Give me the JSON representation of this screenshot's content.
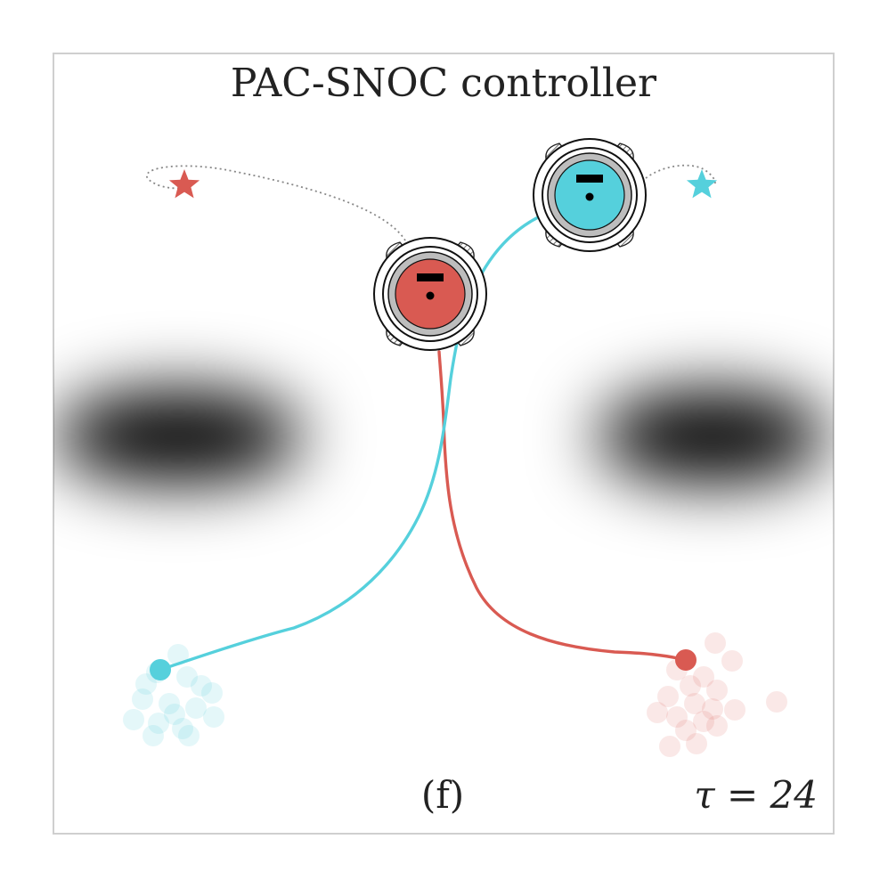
{
  "figure": {
    "title": "PAC-SNOC controller",
    "panel_label": "(f)",
    "tau_label": "τ = 24"
  },
  "colors": {
    "agent_red": "#d95a52",
    "agent_cyan": "#55d0dc",
    "path_goal_dotted": "#888888",
    "frame": "#cfcfcf",
    "obstacle": "#000000"
  },
  "icons": {
    "robot": "robot-icon",
    "goal": "star-icon",
    "start": "dot-icon"
  }
}
